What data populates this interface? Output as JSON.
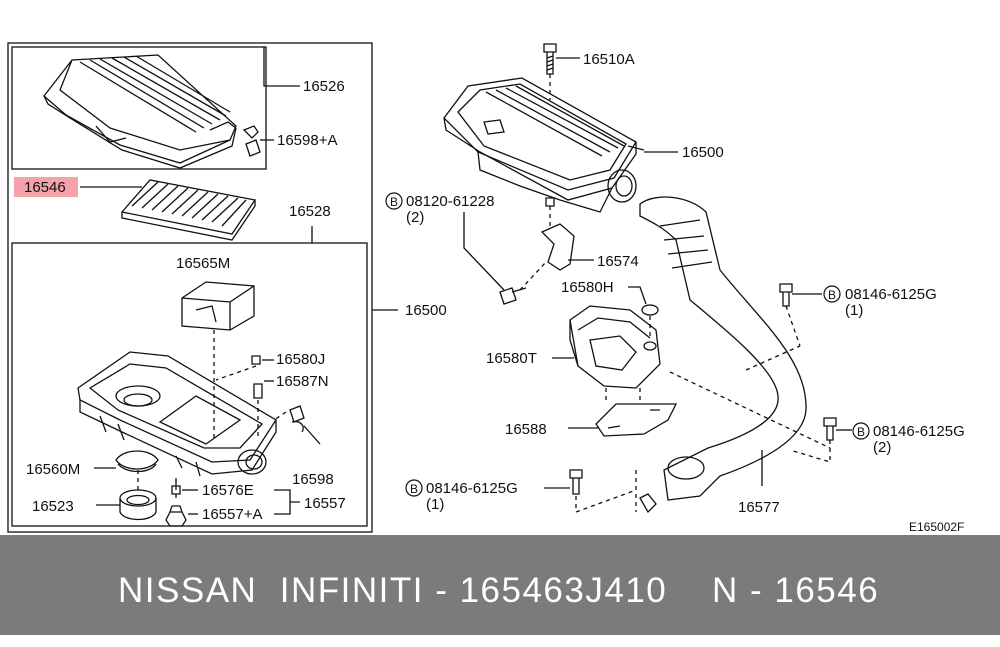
{
  "diagram": {
    "code": "E165002F",
    "highlight_color": "#f4a3a8",
    "labels": {
      "p16526": "16526",
      "p16598a": "16598+A",
      "p16546": "16546",
      "p16528": "16528",
      "p16565m": "16565M",
      "p16500_left": "16500",
      "p16580j": "16580J",
      "p16587n": "16587N",
      "p16560m": "16560M",
      "p16598": "16598",
      "p16576e": "16576E",
      "p16557": "16557",
      "p16523": "16523",
      "p16557a": "16557+A",
      "p16510a": "16510A",
      "p16500_right": "16500",
      "bolt1_num": "08120-61228",
      "bolt1_qty": "(2)",
      "p16574": "16574",
      "p16580h": "16580H",
      "bolt2_num": "08146-6125G",
      "bolt2_qty": "(1)",
      "p16580t": "16580T",
      "p16588": "16588",
      "bolt3_num": "08146-6125G",
      "bolt3_qty": "(2)",
      "bolt4_num": "08146-6125G",
      "bolt4_qty": "(1)",
      "p16577": "16577",
      "circle_b": "B"
    }
  },
  "footer": {
    "left_text": "NISSAN  INFINITI - 165463J410",
    "right_text": "N - 16546",
    "background": "#7b7b7b"
  }
}
